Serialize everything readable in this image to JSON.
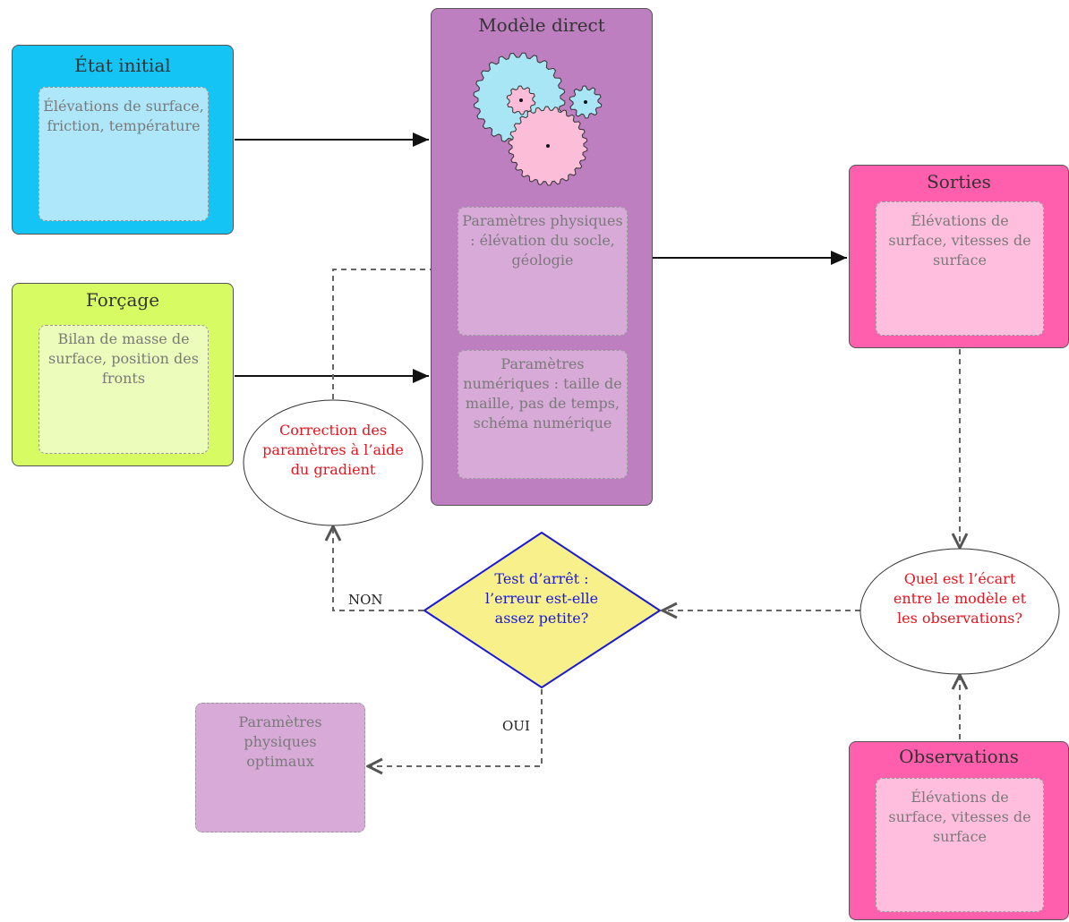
{
  "etat_initial": {
    "title": "État initial",
    "text": "Élévations de surface, friction, température"
  },
  "forcage": {
    "title": "Forçage",
    "text": "Bilan de masse de surface, position des fronts"
  },
  "modele_direct": {
    "title": "Modèle direct",
    "params_physiques": "Paramètres physiques : élévation du socle, géologie",
    "params_numeriques": "Paramètres numériques : taille de maille, pas de temps, schéma numérique"
  },
  "sorties": {
    "title": "Sorties",
    "text": "Élévations de surface, vitesses de surface"
  },
  "observations": {
    "title": "Observations",
    "text": "Élévations de surface, vitesses de surface"
  },
  "correction": {
    "text": "Correction des paramètres à l’aide du gradient"
  },
  "ecart": {
    "text": "Quel est l’écart entre le modèle et les observations?"
  },
  "test": {
    "text": "Test d’arrêt : l’erreur est-elle assez petite?"
  },
  "optimaux": {
    "text": "Paramètres physiques optimaux"
  },
  "labels": {
    "non": "NON",
    "oui": "OUI"
  },
  "colors": {
    "etat_initial": "#14c4f4",
    "etat_initial_inner": "#aee7fa",
    "forcage": "#d7fc63",
    "forcage_inner": "#ecfcba",
    "modele": "#bd7fc0",
    "modele_inner": "#d8aad8",
    "sorties": "#ff5fad",
    "sorties_inner": "#ffbedd",
    "diamond": "#f8f08a",
    "diamond_border": "#1a1ad6",
    "gear_blue": "#a8e6f6",
    "gear_pink": "#fbbdd7"
  }
}
